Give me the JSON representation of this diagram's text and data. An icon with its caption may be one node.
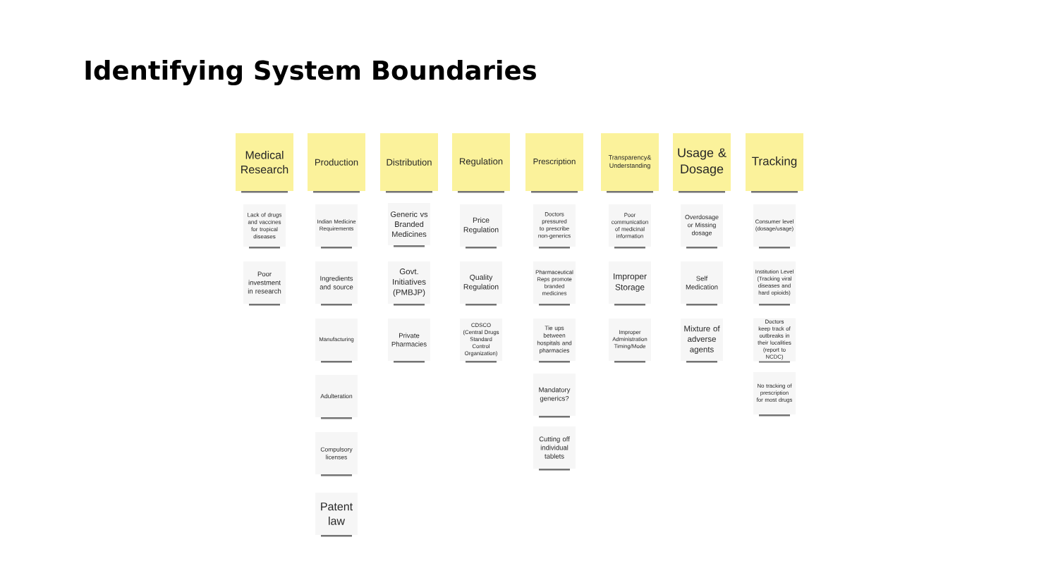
{
  "diagram": {
    "title": "Identifying System Boundaries",
    "nodes": [
      {
        "text": [
          "Medical Research"
        ]
      },
      {
        "text": [
          "Production"
        ]
      },
      {
        "text": [
          "Distribution"
        ]
      },
      {
        "text": [
          "Regulation"
        ]
      },
      {
        "text": [
          "Prescription"
        ]
      },
      {
        "text": [
          "Transparency& Understanding"
        ]
      },
      {
        "text": [
          "Usage & Dosage"
        ]
      },
      {
        "text": [
          "Tracking"
        ]
      },
      {
        "text": [
          "Lack of drugs and vaccines for tropical diseases"
        ]
      },
      {
        "text": [
          "Poor investment in research"
        ]
      },
      {
        "text": [
          "Indian Medicine Requirements"
        ]
      },
      {
        "text": [
          "Ingredients and source"
        ]
      },
      {
        "text": [
          "Manufacturing"
        ]
      },
      {
        "text": [
          "Adulteration"
        ]
      },
      {
        "text": [
          "Compulsory licenses"
        ]
      },
      {
        "text": [
          "Patent law"
        ]
      },
      {
        "text": [
          "Generic vs Branded Medicines"
        ]
      },
      {
        "text": [
          "Govt. Initiatives (PMBJP)"
        ]
      },
      {
        "text": [
          "Private Pharmacies"
        ]
      },
      {
        "text": [
          "Price Regulation"
        ]
      },
      {
        "text": [
          "Quality Regulation"
        ]
      },
      {
        "text": [
          "CDSCO (Central Drugs Standard Control Organization)"
        ]
      },
      {
        "text": [
          "Doctors pressured to prescribe non-generics"
        ]
      },
      {
        "text": [
          "Pharmaceutical Reps promote branded medicines"
        ]
      },
      {
        "text": [
          "Tie ups between hospitals and pharmacies"
        ]
      },
      {
        "text": [
          "Mandatory generics?"
        ]
      },
      {
        "text": [
          "Cutting off individual tablets"
        ]
      },
      {
        "text": [
          "Poor communication of medicinal information"
        ]
      },
      {
        "text": [
          "Improper Storage"
        ]
      },
      {
        "text": [
          "Improper Administration Timing/Mode"
        ]
      },
      {
        "text": [
          "Overdosage or Missing dosage"
        ]
      },
      {
        "text": [
          "Self Medication"
        ]
      },
      {
        "text": [
          "Mixture of adverse agents"
        ]
      },
      {
        "text": [
          "Consumer level (dosage/usage)"
        ]
      },
      {
        "text": [
          "Institution Level (Tracking viral diseases and hard opioids)"
        ]
      },
      {
        "text": [
          "Doctors keep track of outbreaks in their localities (report to NCDC)"
        ]
      },
      {
        "text": [
          "No tracking of prescription for most drugs"
        ]
      }
    ]
  }
}
